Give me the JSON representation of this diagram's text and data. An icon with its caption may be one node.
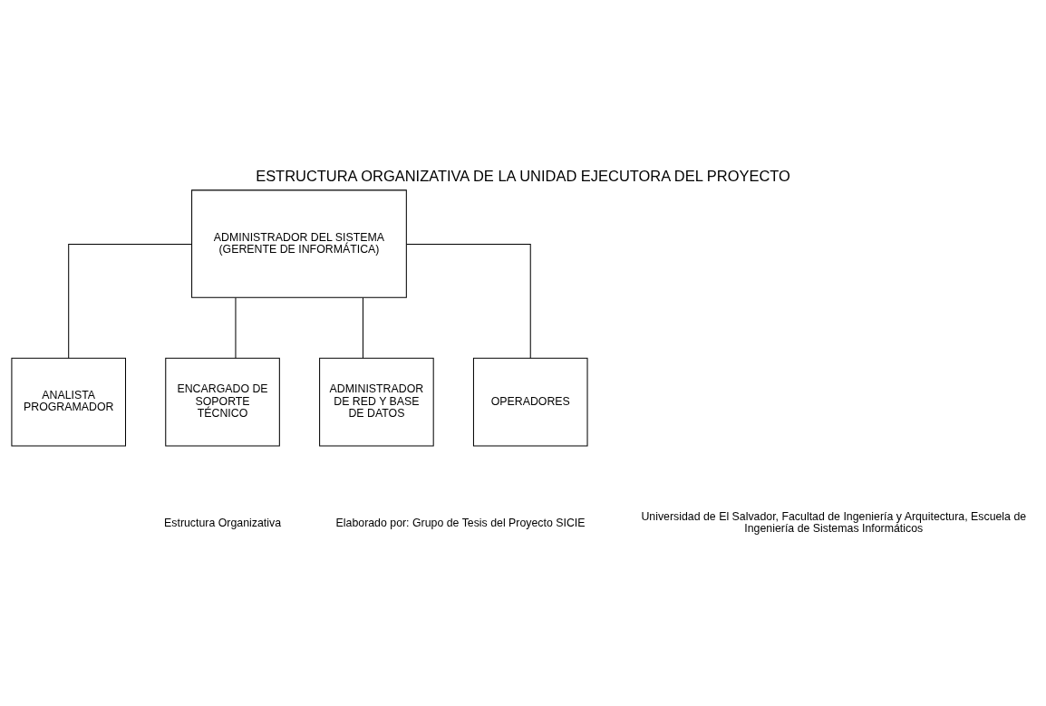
{
  "diagram": {
    "title": "ESTRUCTURA ORGANIZATIVA DE LA UNIDAD EJECUTORA DEL PROYECTO",
    "nodes": [
      {
        "text": [
          "ADMINISTRADOR DEL SISTEMA (GERENTE DE INFORMÁTICA)"
        ]
      },
      {
        "text": [
          "ANALISTA PROGRAMADOR"
        ]
      },
      {
        "text": [
          "ENCARGADO DE SOPORTE TÉCNICO"
        ]
      },
      {
        "text": [
          "ADMINISTRADOR DE RED Y BASE DE DATOS"
        ]
      },
      {
        "text": [
          "OPERADORES"
        ]
      }
    ],
    "edges": [
      {
        "from": 0,
        "to": 1,
        "arrow": "none"
      },
      {
        "from": 0,
        "to": 2,
        "arrow": "none"
      },
      {
        "from": 0,
        "to": 3,
        "arrow": "none"
      },
      {
        "from": 0,
        "to": 4,
        "arrow": "none"
      }
    ],
    "labels": [
      "Estructura Organizativa",
      "Elaborado por: Grupo de Tesis del Proyecto SICIE",
      "Universidad de El Salvador, Facultad de Ingeniería y Arquitectura, Escuela de Ingeniería de Sistemas Informáticos"
    ]
  }
}
